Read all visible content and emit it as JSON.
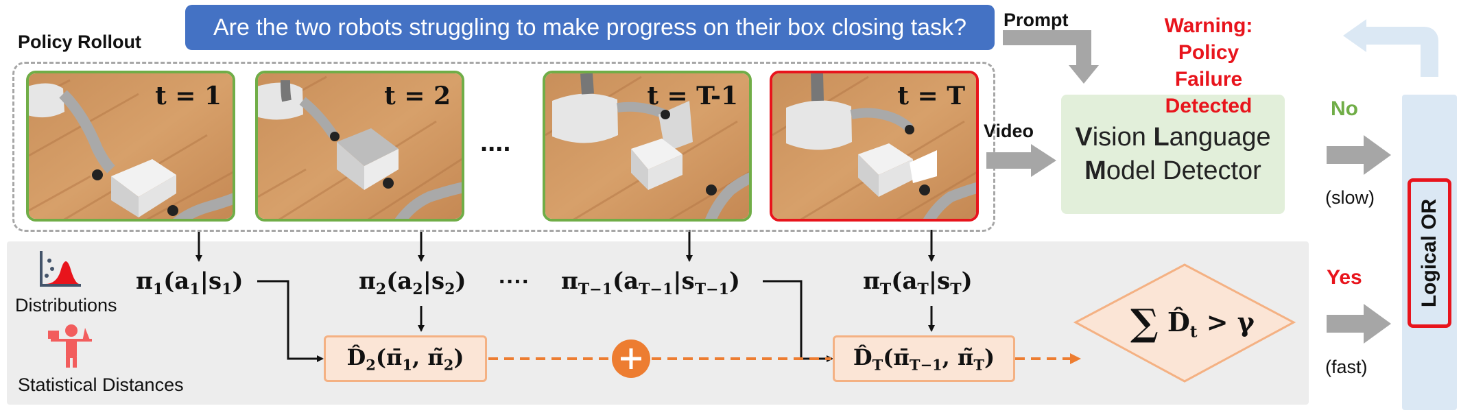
{
  "prompt": {
    "question": "Are the two robots struggling to make progress on their box closing task?",
    "label": "Prompt"
  },
  "rollout": {
    "title": "Policy Rollout",
    "frames": [
      {
        "label": "t = 1",
        "status": "ok"
      },
      {
        "label": "t = 2",
        "status": "ok"
      },
      {
        "label": "t = T-1",
        "status": "ok"
      },
      {
        "label": "t = T",
        "status": "failure"
      }
    ],
    "ellipsis": "...."
  },
  "video_label": "Video",
  "vlm": {
    "line1_initial1": "V",
    "line1_rest1": "ision ",
    "line1_initial2": "L",
    "line1_rest2": "anguage",
    "line2_initial": "M",
    "line2_rest": "odel Detector"
  },
  "warning": {
    "line1": "Warning: Policy",
    "line2": "Failure Detected",
    "color": "#e8141c"
  },
  "slow_path": {
    "answer": "No",
    "speed": "(slow)",
    "color": "#70ad47"
  },
  "fast_path": {
    "answer": "Yes",
    "speed": "(fast)",
    "color": "#e8141c"
  },
  "logical": {
    "label": "Logical OR"
  },
  "legend": {
    "distributions": "Distributions",
    "distances": "Statistical Distances"
  },
  "policies": {
    "ellipsis": "····"
  },
  "colors": {
    "prompt_bg": "#4472c4",
    "frame_ok": "#70ad47",
    "frame_fail": "#e8141c",
    "dist_box": "#fbe5d6",
    "dist_border": "#f4b183",
    "dashed_line": "#ed7d31",
    "vlm_bg": "#e2efda"
  }
}
